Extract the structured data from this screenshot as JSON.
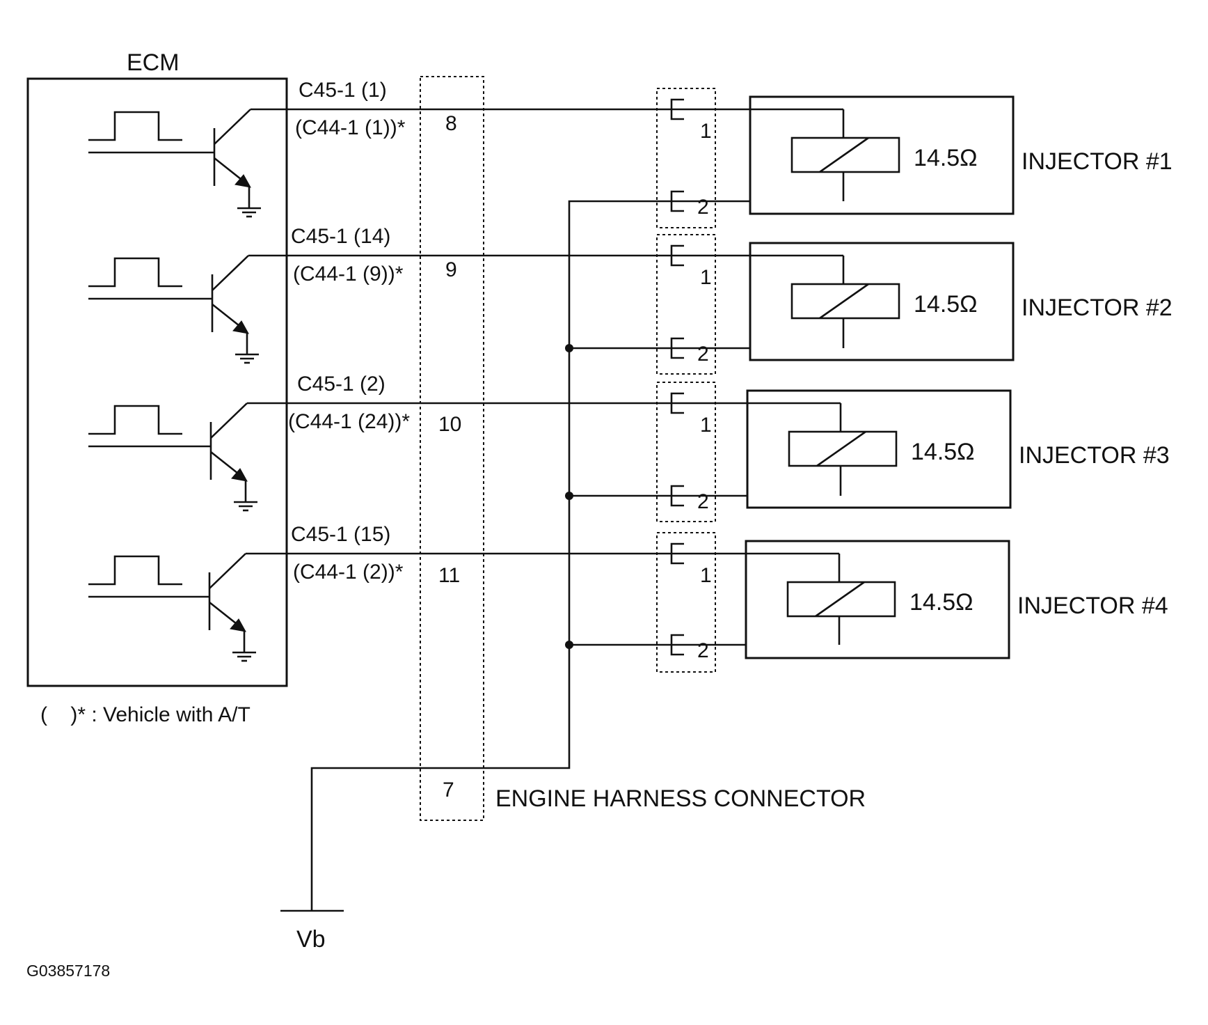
{
  "ecm": {
    "title": "ECM"
  },
  "channels": [
    {
      "circuit": "C45-1 (1)",
      "alt_circuit": "(C44-1 (1))*",
      "harness_pin": "8",
      "pin1": "1",
      "pin2": "2",
      "resistance": "14.5Ω",
      "injector": "INJECTOR #1"
    },
    {
      "circuit": "C45-1 (14)",
      "alt_circuit": "(C44-1 (9))*",
      "harness_pin": "9",
      "pin1": "1",
      "pin2": "2",
      "resistance": "14.5Ω",
      "injector": "INJECTOR #2"
    },
    {
      "circuit": "C45-1 (2)",
      "alt_circuit": "(C44-1 (24))*",
      "harness_pin": "10",
      "pin1": "1",
      "pin2": "2",
      "resistance": "14.5Ω",
      "injector": "INJECTOR #3"
    },
    {
      "circuit": "C45-1 (15)",
      "alt_circuit": "(C44-1 (2))*",
      "harness_pin": "11",
      "pin1": "1",
      "pin2": "2",
      "resistance": "14.5Ω",
      "injector": "INJECTOR #4"
    }
  ],
  "harness": {
    "power_pin": "7",
    "label": "ENGINE HARNESS CONNECTOR"
  },
  "power": {
    "label": "Vb"
  },
  "note": "(    )* : Vehicle with A/T",
  "figure_id": "G03857178"
}
